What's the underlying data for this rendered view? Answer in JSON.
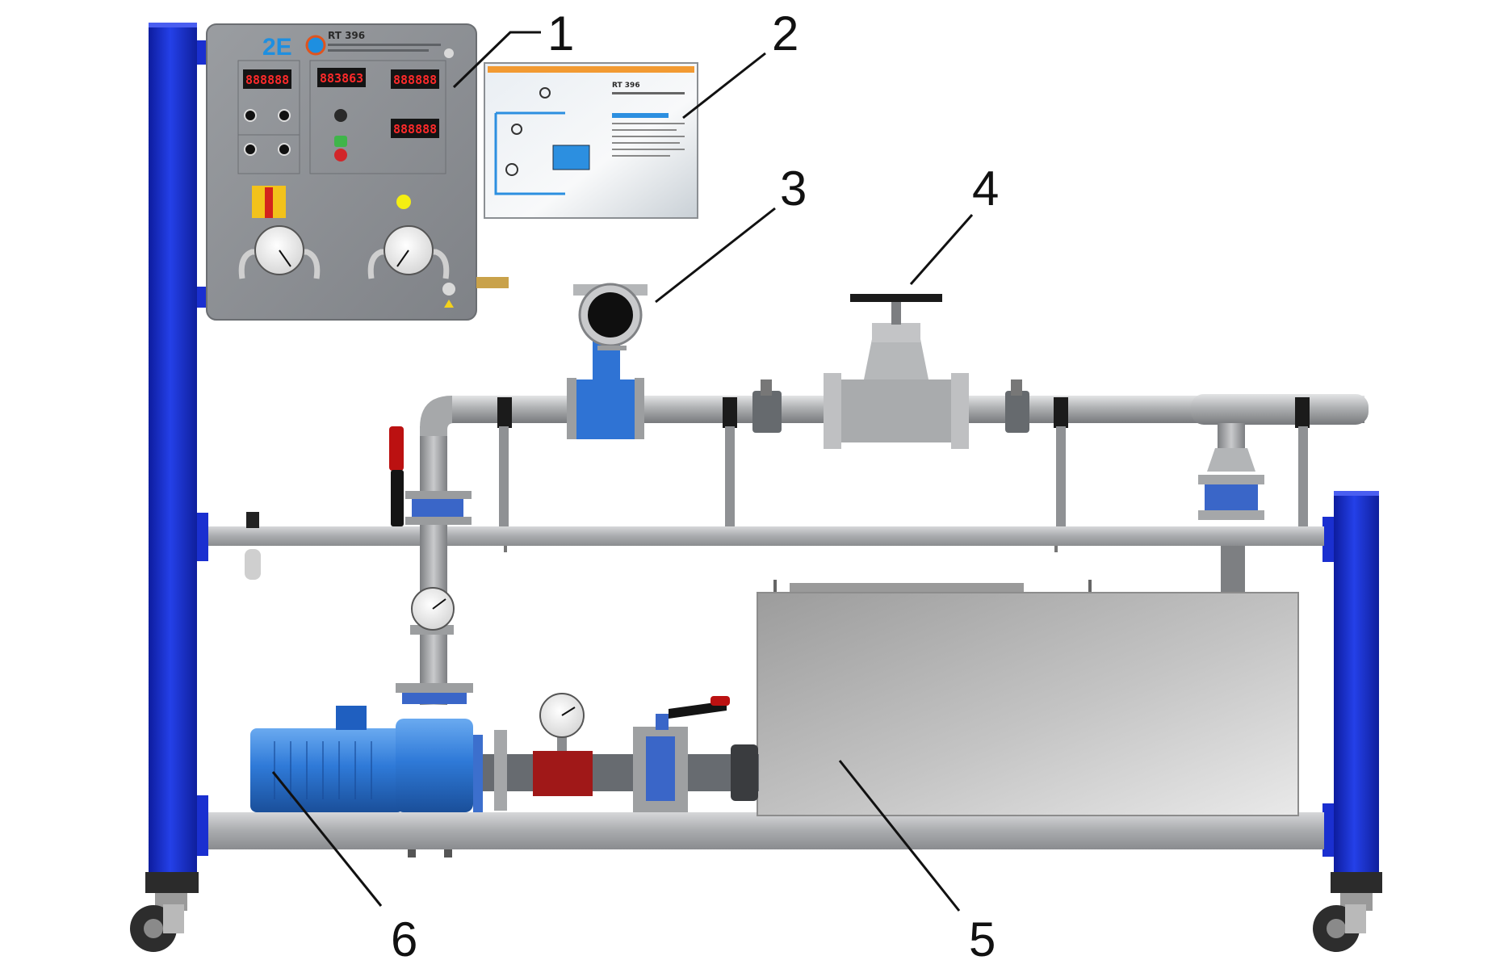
{
  "callouts": [
    {
      "number": "1"
    },
    {
      "number": "2"
    },
    {
      "number": "3"
    },
    {
      "number": "4"
    },
    {
      "number": "5"
    },
    {
      "number": "6"
    }
  ],
  "panel": {
    "brand": "2E",
    "model": "RT 396",
    "displays": [
      "888888",
      "883863",
      "888888",
      "888888"
    ]
  },
  "screen": {
    "model": "RT 396"
  },
  "colors": {
    "frame_blue": "#1a2fd0",
    "motor_blue": "#2f7ad8",
    "panel_grey": "#8e9196",
    "pipe_grey": "#a7a9ab",
    "tank_grey": "#b8b8b8",
    "red": "#a01818"
  }
}
